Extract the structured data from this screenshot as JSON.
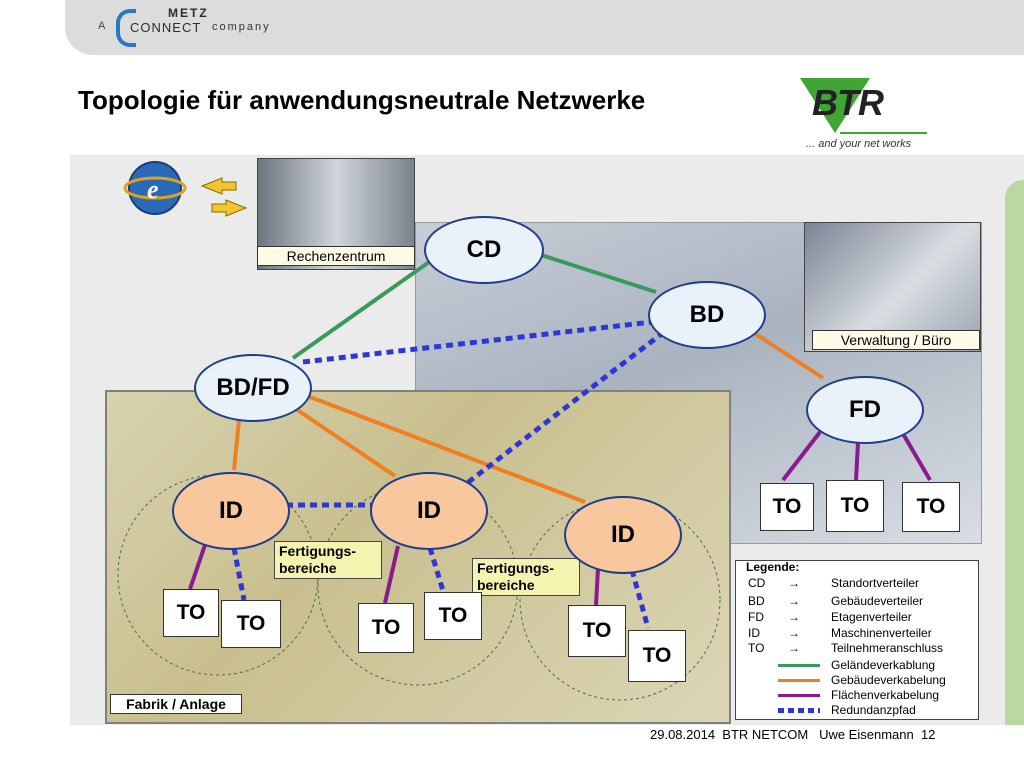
{
  "header": {
    "logo_a": "A",
    "logo_metz": "METZ",
    "logo_connect": "CONNECT",
    "logo_company": "company"
  },
  "title": "Topologie für anwendungsneutrale Netzwerke",
  "brand": {
    "name": "BTR",
    "tagline": "... and your net works",
    "color": "#3fa535"
  },
  "photos": {
    "data_center": "Rechenzentrum",
    "office": "Verwaltung / Büro",
    "factory": "Fabrik / Anlage"
  },
  "nodes": {
    "cd": "CD",
    "bd": "BD",
    "bdfd": "BD/FD",
    "fd": "FD",
    "id1": "ID",
    "id2": "ID",
    "id3": "ID"
  },
  "outlets": {
    "fd_to1": "TO",
    "fd_to2": "TO",
    "fd_to3": "TO",
    "id1_to1": "TO",
    "id1_to2": "TO",
    "id2_to1": "TO",
    "id2_to2": "TO",
    "id3_to1": "TO",
    "id3_to2": "TO"
  },
  "areas": {
    "fert1_line1": "Fertigungs-",
    "fert1_line2": "bereiche",
    "fert2_line1": "Fertigungs-",
    "fert2_line2": "bereiche"
  },
  "legend": {
    "title": "Legende:",
    "abbreviations": [
      {
        "abbr": "CD",
        "arrow": "→",
        "desc": "Standortverteiler"
      },
      {
        "abbr": "BD",
        "arrow": "→",
        "desc": "Gebäudeverteiler"
      },
      {
        "abbr": "FD",
        "arrow": "→",
        "desc": "Etagenverteiler"
      },
      {
        "abbr": "ID",
        "arrow": "→",
        "desc": "Maschinenverteiler"
      },
      {
        "abbr": "TO",
        "arrow": "→",
        "desc": "Teilnehmeranschluss"
      }
    ],
    "lines": [
      {
        "desc": "Geländeverkablung",
        "color": "#3a9a5c"
      },
      {
        "desc": "Gebäudeverkabelung",
        "color": "#f07f22"
      },
      {
        "desc": "Flächenverkabelung",
        "color": "#8a1a8f"
      },
      {
        "desc": "Redundanzpfad",
        "color": "#2f36d8"
      }
    ]
  },
  "footer": "29.08.2014  BTR NETCOM   Uwe Eisenmann  12"
}
